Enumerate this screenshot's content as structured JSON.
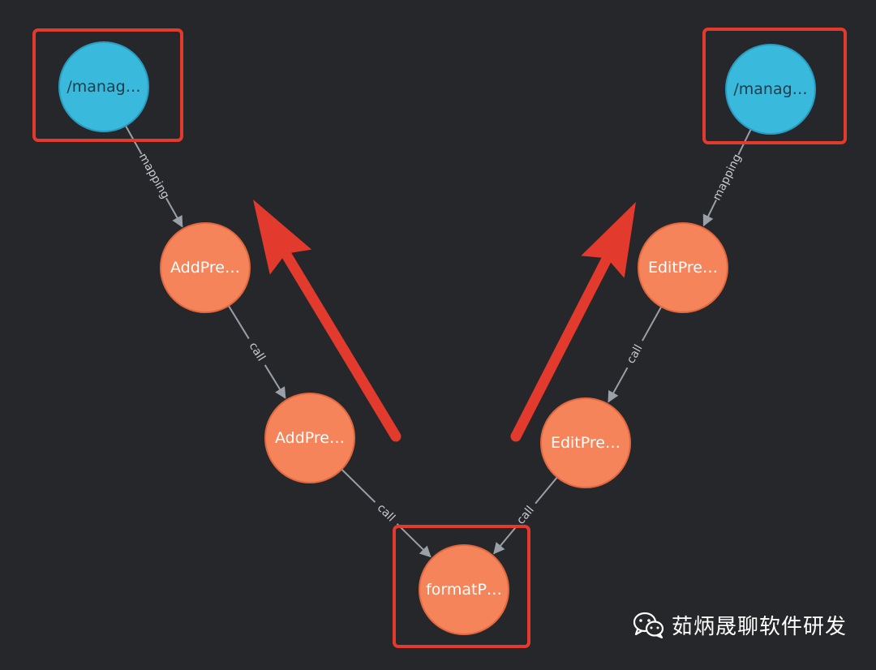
{
  "graph": {
    "nodes": [
      {
        "id": "n_manage_left",
        "label": "/manag…",
        "kind": "mapping"
      },
      {
        "id": "n_manage_right",
        "label": "/manag…",
        "kind": "mapping"
      },
      {
        "id": "n_addpre_1",
        "label": "AddPre…",
        "kind": "method"
      },
      {
        "id": "n_addpre_2",
        "label": "AddPre…",
        "kind": "method"
      },
      {
        "id": "n_editpre_1",
        "label": "EditPre…",
        "kind": "method"
      },
      {
        "id": "n_editpre_2",
        "label": "EditPre…",
        "kind": "method"
      },
      {
        "id": "n_format",
        "label": "formatP…",
        "kind": "method"
      }
    ],
    "edges": [
      {
        "from": "n_manage_left",
        "to": "n_addpre_1",
        "label": "mapping"
      },
      {
        "from": "n_manage_right",
        "to": "n_editpre_1",
        "label": "mapping"
      },
      {
        "from": "n_addpre_1",
        "to": "n_addpre_2",
        "label": "call"
      },
      {
        "from": "n_editpre_1",
        "to": "n_editpre_2",
        "label": "call"
      },
      {
        "from": "n_addpre_2",
        "to": "n_format",
        "label": "call"
      },
      {
        "from": "n_editpre_2",
        "to": "n_format",
        "label": "call"
      }
    ],
    "highlighted": [
      "n_manage_left",
      "n_manage_right",
      "n_format"
    ]
  },
  "colors": {
    "background": "#26272b",
    "mapping_node": "#39b9dc",
    "method_node": "#f5845a",
    "edge": "#9aa0a8",
    "highlight": "#e23a2c"
  },
  "watermark": {
    "icon": "wechat-icon",
    "text": "茹炳晟聊软件研发"
  }
}
